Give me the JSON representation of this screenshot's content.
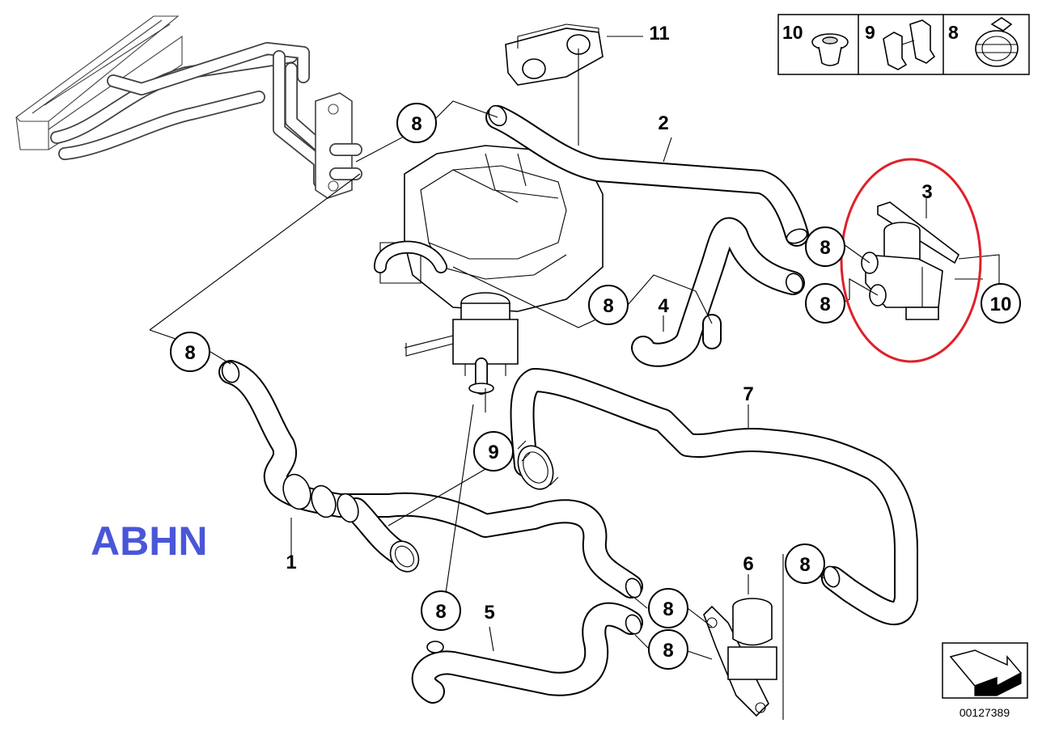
{
  "diagram": {
    "overlay_label": "ABHN",
    "doc_number": "00127389",
    "part_numbers": {
      "p1": "1",
      "p2": "2",
      "p3": "3",
      "p4": "4",
      "p5": "5",
      "p6": "6",
      "p7": "7",
      "p9": "9",
      "p10": "10",
      "p11": "11"
    },
    "callouts": {
      "clamp": "8",
      "hose_clip": "9",
      "grommet": "10"
    },
    "legend": [
      {
        "number": "10",
        "icon": "grommet-icon"
      },
      {
        "number": "9",
        "icon": "hose-clip-icon"
      },
      {
        "number": "8",
        "icon": "spring-clamp-icon"
      }
    ],
    "highlight": {
      "target_part": "3",
      "color": "#e0202a"
    }
  }
}
